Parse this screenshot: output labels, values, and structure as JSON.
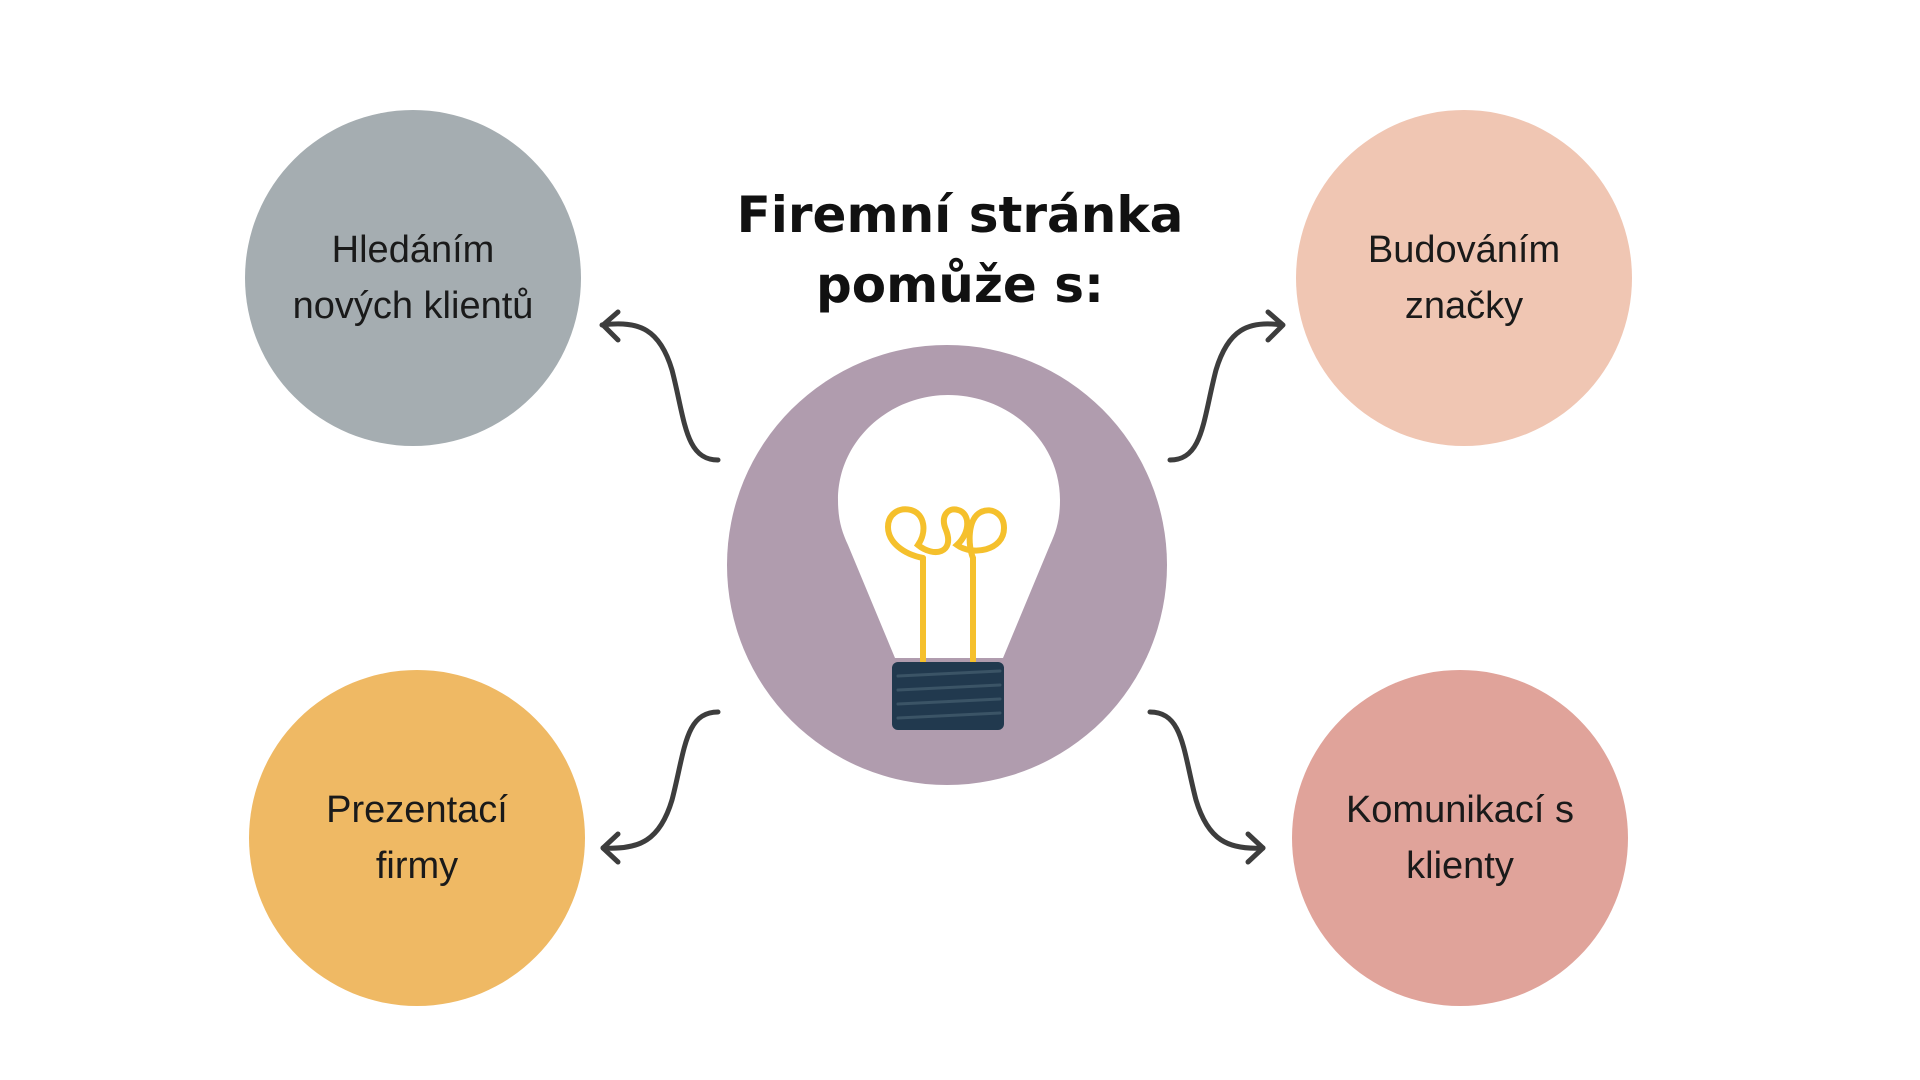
{
  "title": {
    "line1": "Firemní stránka",
    "line2": "pomůže s:"
  },
  "colors": {
    "center": "#b09cae",
    "top_left": "#a5adb1",
    "top_right": "#f0c6b3",
    "bottom_left": "#efb964",
    "bottom_right": "#e0a39a",
    "arrow": "#3d3d3d",
    "filament": "#f5c02c",
    "bulb_base": "#21394e"
  },
  "center": {
    "icon": "lightbulb-icon"
  },
  "nodes": {
    "top_left": {
      "line1": "Hledáním",
      "line2": "nových klientů"
    },
    "top_right": {
      "line1": "Budováním",
      "line2": "značky"
    },
    "bottom_left": {
      "line1": "Prezentací",
      "line2": "firmy"
    },
    "bottom_right": {
      "line1": "Komunikací s",
      "line2": "klienty"
    }
  }
}
